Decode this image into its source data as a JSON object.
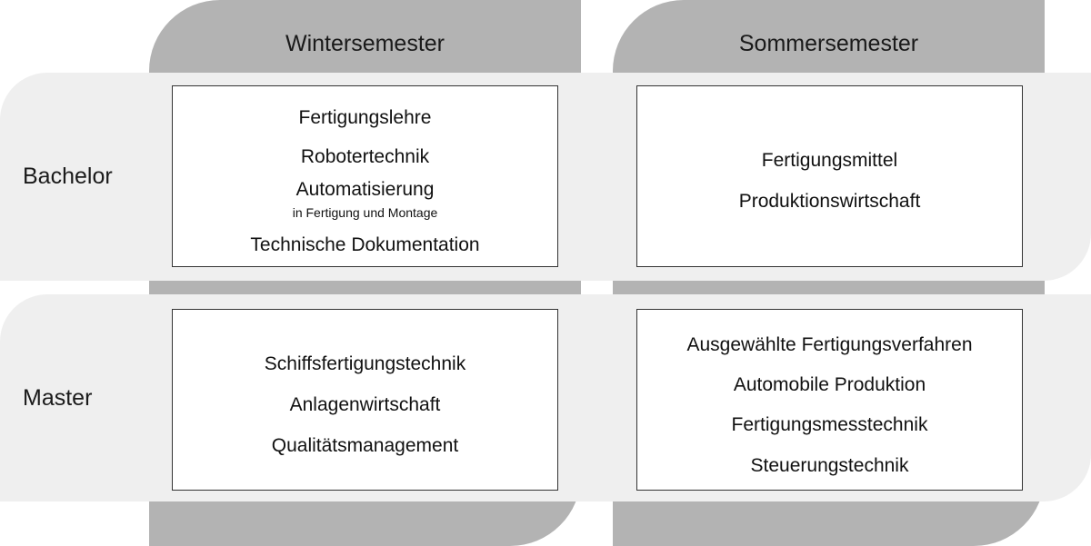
{
  "columns": {
    "winter": "Wintersemester",
    "summer": "Sommersemester"
  },
  "rows": {
    "bachelor": "Bachelor",
    "master": "Master"
  },
  "cells": {
    "bachelor_winter": {
      "items": [
        "Fertigungslehre",
        "Robotertechnik",
        "Automatisierung",
        "Technische Dokumentation"
      ],
      "subtitle": "in Fertigung und Montage"
    },
    "bachelor_summer": {
      "items": [
        "Fertigungsmittel",
        "Produktionswirtschaft"
      ]
    },
    "master_winter": {
      "items": [
        "Schiffsfertigungstechnik",
        "Anlagenwirtschaft",
        "Qualitätsmanagement"
      ]
    },
    "master_summer": {
      "items": [
        "Ausgewählte Fertigungsverfahren",
        "Automobile Produktion",
        "Fertigungsmesstechnik",
        "Steuerungstechnik"
      ]
    }
  }
}
